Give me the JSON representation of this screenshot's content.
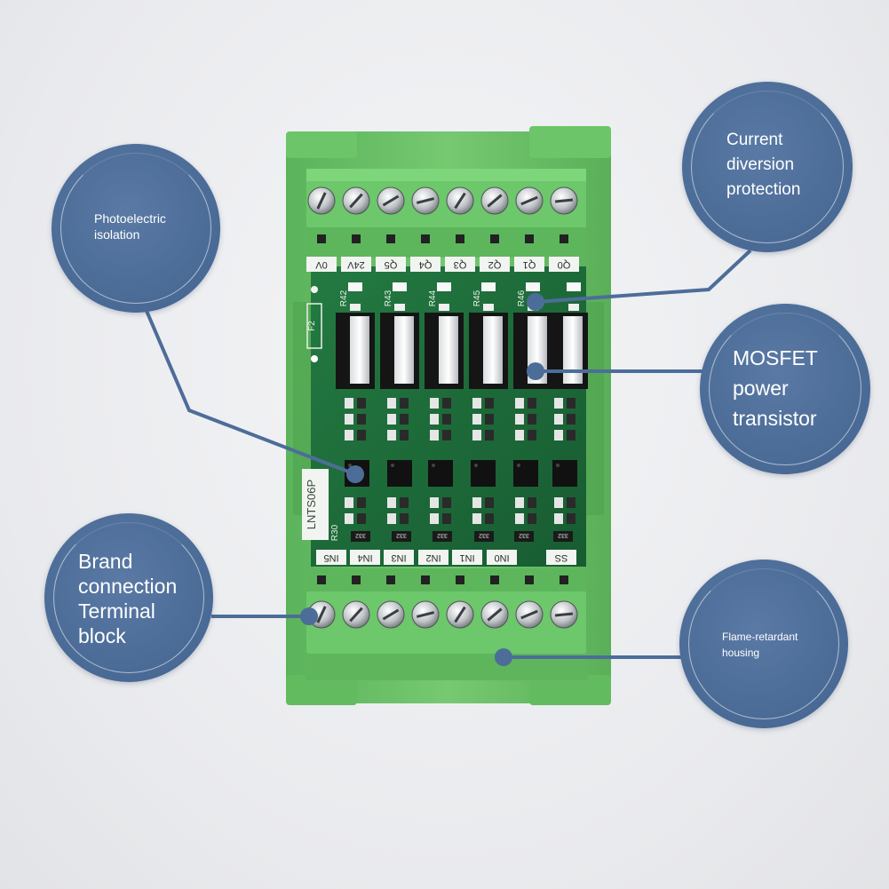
{
  "callouts": {
    "photoelectric": "Photoelectric\nisolation",
    "current": "Current\ndiversion\nprotection",
    "mosfet": "MOSFET\npower\ntransistor",
    "brand": "Brand\nconnection\nTerminal\nblock",
    "flame": "Flame-retardant\nhousing"
  },
  "board": {
    "model": "LNTS06P",
    "top_labels": [
      "0V",
      "24V",
      "Q5",
      "Q4",
      "Q3",
      "Q2",
      "Q1",
      "Q0"
    ],
    "bottom_labels": [
      "IN5",
      "IN4",
      "IN3",
      "IN2",
      "IN1",
      "IN0",
      "SS"
    ],
    "fuse": "F2",
    "resistor_top": [
      "R42",
      "R43",
      "R44",
      "R45",
      "R46"
    ],
    "resistor_bottom": "R30",
    "chip_code": "332"
  },
  "colors": {
    "callout": "#4a6a96",
    "housing": "#6ec36a",
    "pcb": "#1f6b3a",
    "leader": "#4d6d99"
  }
}
